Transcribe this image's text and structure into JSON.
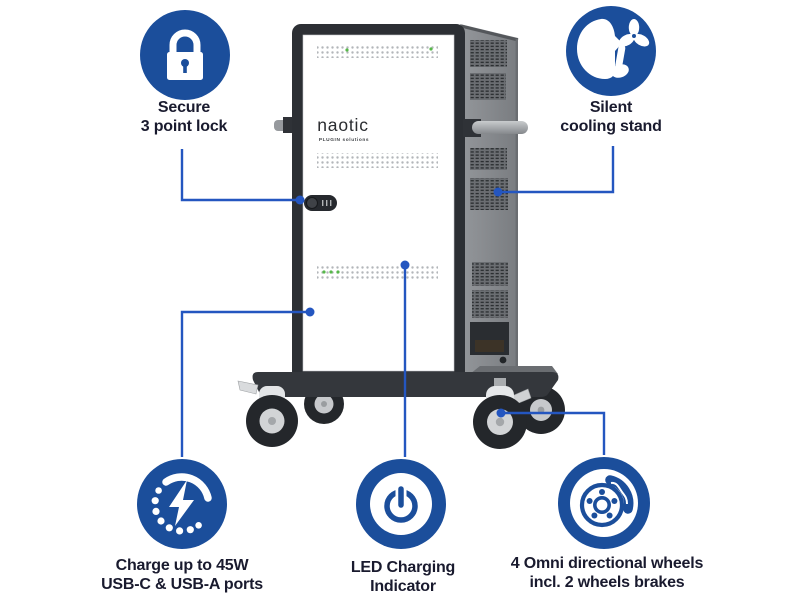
{
  "brand": {
    "name": "naotic",
    "tagline": "PLUGIN solutions"
  },
  "callouts": [
    {
      "id": "lock",
      "icon": "padlock-icon",
      "line1": "Secure",
      "line2": "3 point lock"
    },
    {
      "id": "silent",
      "icon": "silent-cooling-icon",
      "line1": "Silent",
      "line2": "cooling stand"
    },
    {
      "id": "charge",
      "icon": "fast-charge-icon",
      "line1": "Charge up to 45W",
      "line2": "USB-C & USB-A ports"
    },
    {
      "id": "led",
      "icon": "power-led-icon",
      "line1": "LED Charging",
      "line2": "Indicator"
    },
    {
      "id": "wheels",
      "icon": "brake-disc-wheel-icon",
      "line1": "4 Omni directional wheels",
      "line2": "incl. 2 wheels brakes"
    }
  ],
  "colors": {
    "accent_blue": "#1b4e9b",
    "line_blue": "#2456c0",
    "text_dark": "#191a2e",
    "cart_frame": "#2c2f34",
    "side_gray": "#8a8d91",
    "led_green": "#57b84a"
  }
}
